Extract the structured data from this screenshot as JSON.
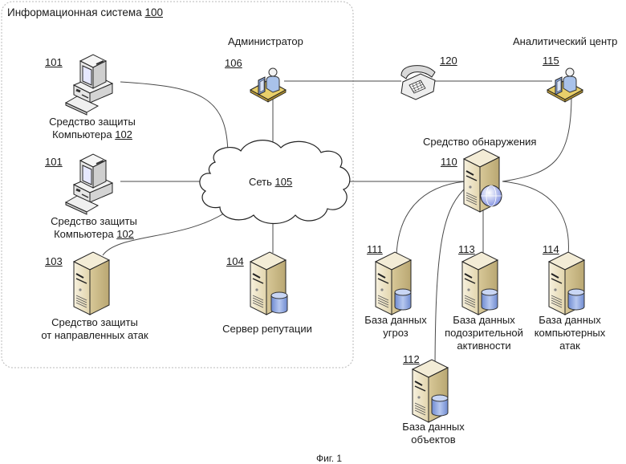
{
  "system": {
    "title": "Информационная система",
    "ref": "100"
  },
  "figure_caption": "Фиг. 1",
  "nodes": {
    "pc1": {
      "ref": "101",
      "line1": "Средство защиты",
      "line2": "Компьютера",
      "line2_ref": "102"
    },
    "pc2": {
      "ref": "101",
      "line1": "Средство защиты",
      "line2": "Компьютера",
      "line2_ref": "102"
    },
    "apt": {
      "ref": "103",
      "line1": "Средство защиты",
      "line2": "от направленных атак"
    },
    "reputation": {
      "ref": "104",
      "line1": "Сервер репутации"
    },
    "network": {
      "label": "Сеть",
      "ref": "105"
    },
    "admin": {
      "ref": "106",
      "title": "Администратор"
    },
    "phone": {
      "ref": "120"
    },
    "analytics": {
      "ref": "115",
      "title": "Аналитический центр"
    },
    "detector": {
      "ref": "110",
      "title": "Средство обнаружения"
    },
    "db_threats": {
      "ref": "111",
      "line1": "База данных",
      "line2": "угроз"
    },
    "db_objects": {
      "ref": "112",
      "line1": "База данных",
      "line2": "объектов"
    },
    "db_suspicious": {
      "ref": "113",
      "line1": "База данных",
      "line2": "подозрительной",
      "line3": "активности"
    },
    "db_attacks": {
      "ref": "114",
      "line1": "База данных",
      "line2": "компьютерных",
      "line3": "атак"
    }
  },
  "colors": {
    "line": "#4a4a4a",
    "boundary": "#b8b8b8",
    "server_front": "#efe6cc",
    "server_side": "#c9b98a",
    "db_blue": "#8fa8e0",
    "desk_yellow": "#e8cf6a",
    "person_blue": "#a9c2ea"
  }
}
